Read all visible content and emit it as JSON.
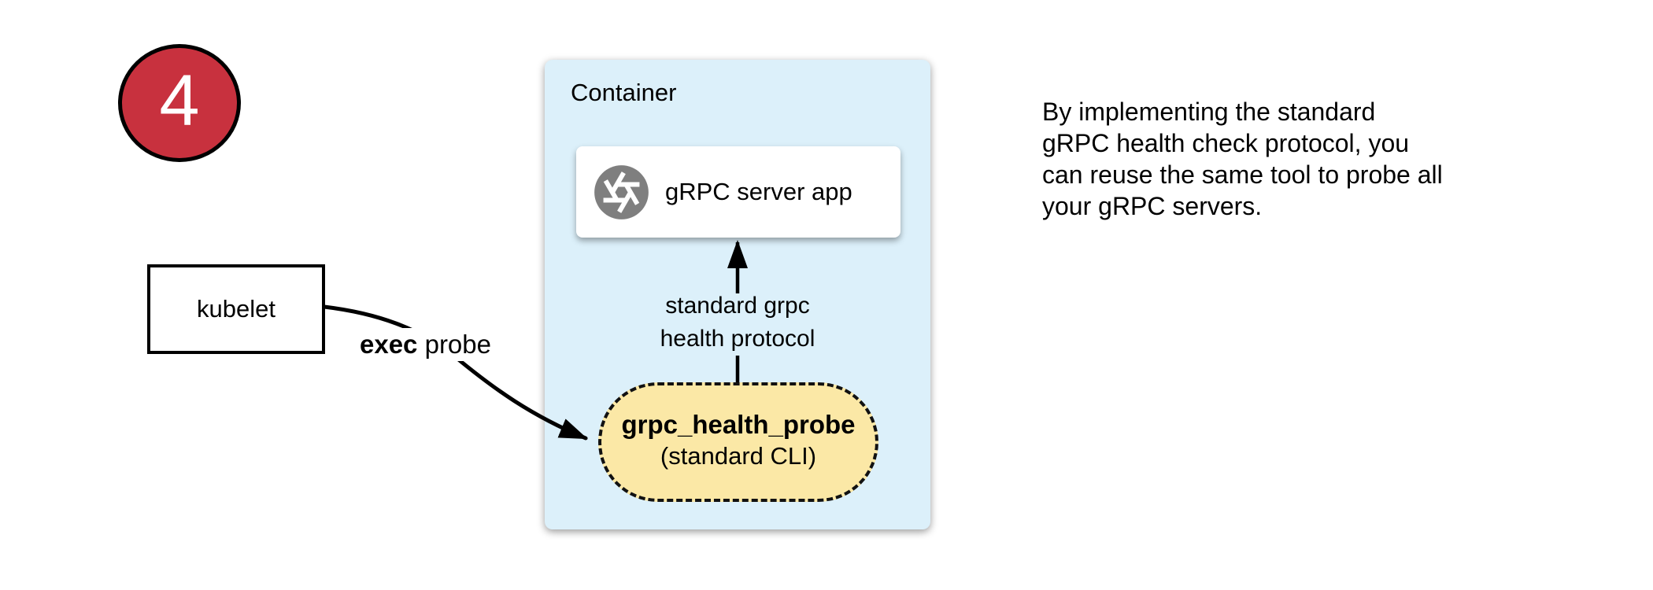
{
  "diagram": {
    "step_number": "4",
    "kubelet_label": "kubelet",
    "exec_probe_edge": {
      "label_bold": "exec",
      "label_rest": " probe"
    },
    "container": {
      "title": "Container",
      "server_app": {
        "label": "gRPC server app",
        "icon": "aperture-icon"
      },
      "protocol_edge": {
        "line1": "standard grpc",
        "line2": "health protocol"
      },
      "probe_node": {
        "name": "grpc_health_probe",
        "subtitle": "(standard CLI)"
      }
    },
    "note_lines": [
      "By implementing the standard",
      "gRPC health check protocol, you",
      "can reuse the same tool to probe all",
      "your gRPC servers."
    ],
    "colors": {
      "badge_red": "#C8313E",
      "container_blue": "#DCF0FA",
      "probe_yellow": "#FBE8A6",
      "icon_gray": "#7F7F7F",
      "line_black": "#000000"
    }
  }
}
